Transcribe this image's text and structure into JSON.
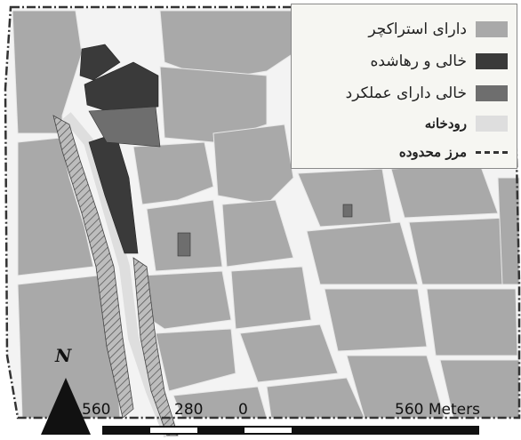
{
  "legend": {
    "items": [
      {
        "label": "دارای استراکچر",
        "color": "#a9a9a9",
        "kind": "fill"
      },
      {
        "label": "خالی و رهاشده",
        "color": "#3a3a3a",
        "kind": "fill"
      },
      {
        "label": "خالی دارای عملکرد",
        "color": "#6e6e6e",
        "kind": "fill"
      },
      {
        "label": "رودخانه",
        "color": "#dedede",
        "kind": "fill"
      },
      {
        "label": "مرز محدوده",
        "color": "#333333",
        "kind": "boundary"
      }
    ]
  },
  "north": {
    "label": "N"
  },
  "scale": {
    "labels": [
      "560",
      "280",
      "0",
      "560 Meters"
    ]
  },
  "colors": {
    "structure": "#a9a9a9",
    "vacant_abandoned": "#3a3a3a",
    "vacant_functional": "#6e6e6e",
    "river": "#dedede",
    "streets": "#f3f3f3",
    "boundary": "#333333"
  }
}
